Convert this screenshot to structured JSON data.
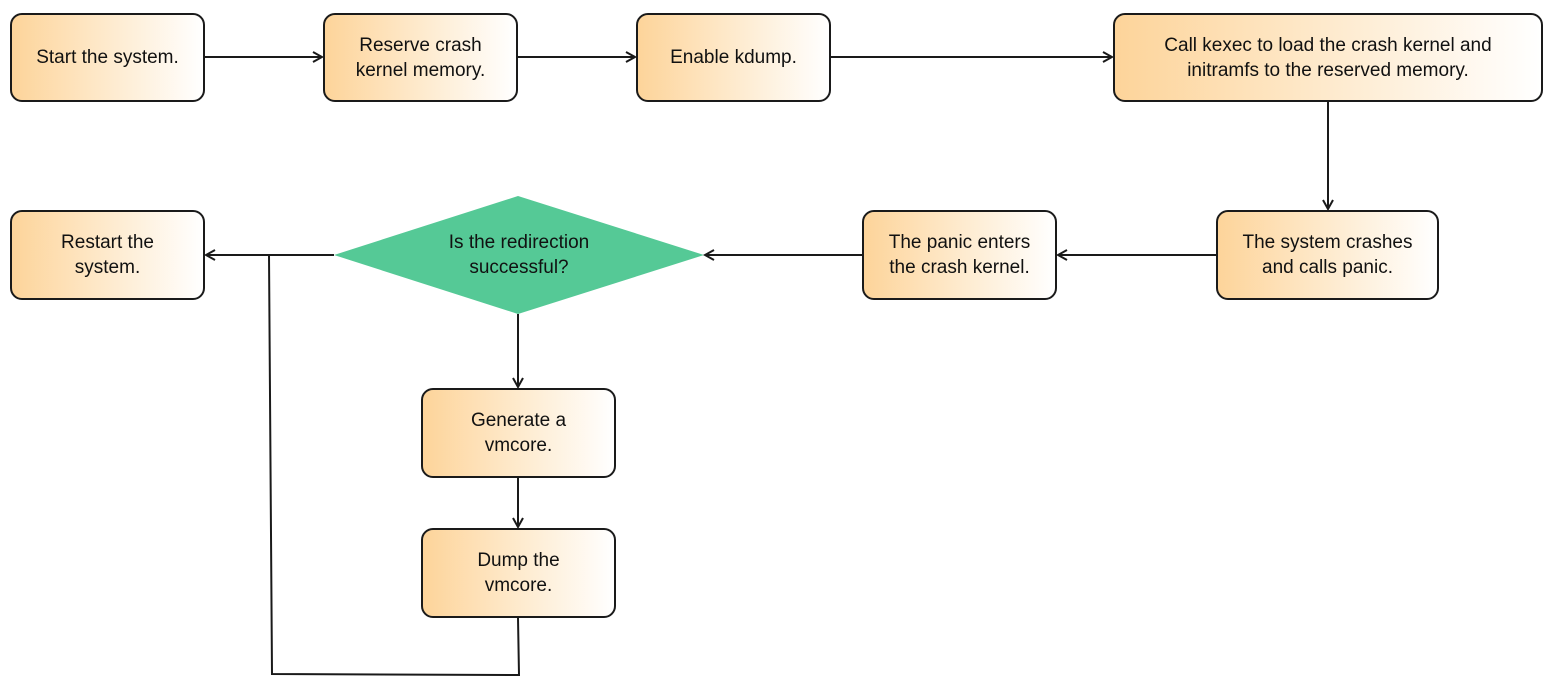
{
  "diagram": {
    "nodes": {
      "start": "Start the system.",
      "reserve": "Reserve crash\nkernel memory.",
      "enable": "Enable kdump.",
      "kexec": "Call kexec to load the crash kernel and\ninitramfs to the reserved memory.",
      "crash": "The system crashes\nand calls panic.",
      "panic": "The panic enters\nthe crash kernel.",
      "decision": "Is the redirection\nsuccessful?",
      "restart": "Restart the\nsystem.",
      "generate": "Generate a\nvmcore.",
      "dump": "Dump the\nvmcore."
    },
    "colors": {
      "process_fill_start": "#fdd49a",
      "process_fill_end": "#ffffff",
      "decision_fill": "#55c996",
      "stroke": "#1a1a1a"
    }
  }
}
